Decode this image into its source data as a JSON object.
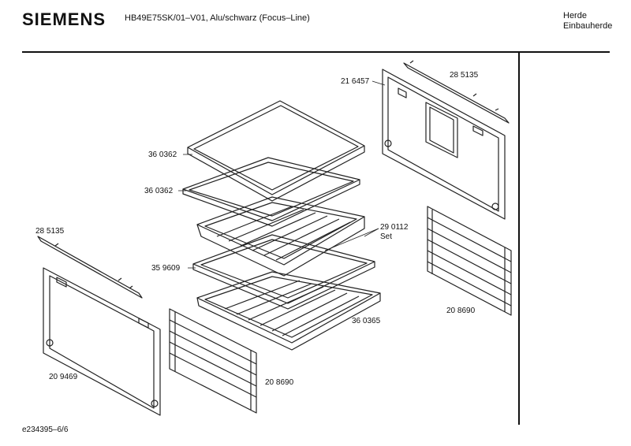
{
  "header": {
    "brand": "SIEMENS",
    "model": "HB49E75SK/01–V01, Alu/schwarz (Focus–Line)",
    "category_line1": "Herde",
    "category_line2": "Einbauherde"
  },
  "parts": {
    "door_glass_right": "21 6457",
    "rail_right": "28 5135",
    "tray_top": "36 0362",
    "tray_second": "36 0362",
    "rack_set": "29 0112",
    "rack_set_suffix": "Set",
    "rail_left": "28 5135",
    "pan_insert": "35 9609",
    "grill_rack": "36 0365",
    "side_rack_right": "20 8690",
    "door_panel_left": "20 9469",
    "side_rack_left": "20 8690"
  },
  "footer": {
    "doc_id": "e234395–6/6"
  }
}
